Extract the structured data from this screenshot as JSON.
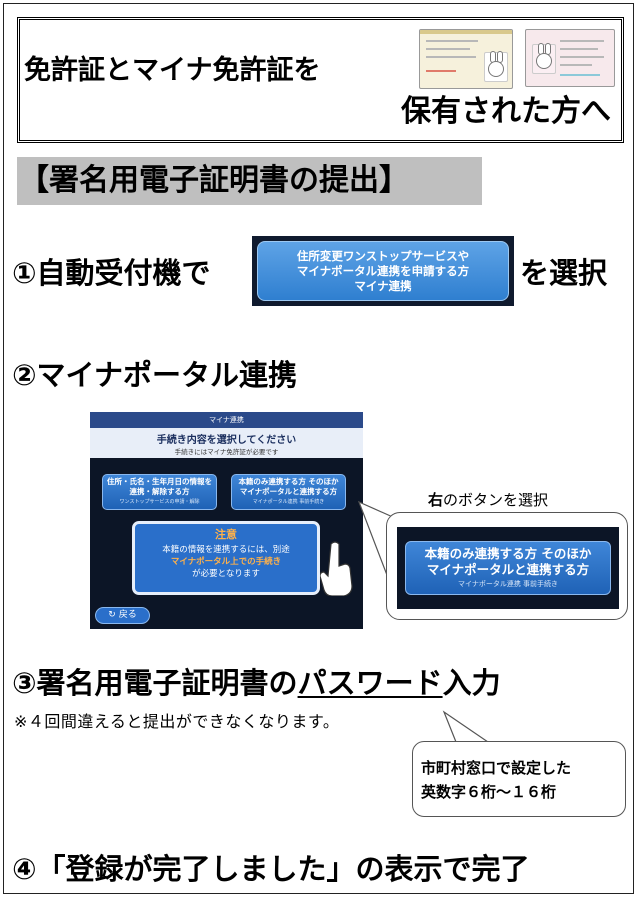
{
  "title": {
    "line1": "免許証とマイナ免許証を",
    "line2": "保有された方へ"
  },
  "section_heading": "【署名用電子証明書の提出】",
  "step1": {
    "prefix": "①自動受付機で",
    "button_line1": "住所変更ワンストップサービスや",
    "button_line2": "マイナポータル連携を申請する方",
    "button_line3": "マイナ連携",
    "suffix": "を選択"
  },
  "step2": {
    "label": "②マイナポータル連携",
    "screen": {
      "header": "マイナ連携",
      "title": "手続き内容を選択してください",
      "note": "手続きにはマイナ免許証が必要です",
      "left_button_line1": "住所・氏名・生年月日の情報を",
      "left_button_line2": "連携・解除する方",
      "left_button_sub": "ワンストップサービスの申請・解除",
      "right_button_line1": "本籍のみ連携する方 そのほか",
      "right_button_line2": "マイナポータルと連携する方",
      "right_button_sub": "マイナポータル連携 事前手続き",
      "notice_title": "注意",
      "notice_line1": "本籍の情報を連携するには、別途",
      "notice_line2": "マイナポータル上での手続き",
      "notice_line3": "が必要となります",
      "back_label": "戻る"
    },
    "select_note_bold": "右",
    "select_note_rest": "のボタンを選択",
    "callout_line1": "本籍のみ連携する方 そのほか",
    "callout_line2": "マイナポータルと連携する方",
    "callout_sub": "マイナポータル連携 事前手続き"
  },
  "step3": {
    "label_pre": "③署名用電子証明書の",
    "label_underlined": "パスワード",
    "label_post": "入力",
    "warning": "※４回間違えると提出ができなくなります。",
    "bubble_line1": "市町村窓口で設定した",
    "bubble_line2": "英数字６桁～１６桁"
  },
  "step4": {
    "label": "④「登録が完了しました」の表示で完了"
  },
  "colors": {
    "heading_background": "#bfbfbf",
    "kiosk_button": "#3b8ad8",
    "screen_background": "#0c1526",
    "notice_highlight": "#ffb14a"
  }
}
